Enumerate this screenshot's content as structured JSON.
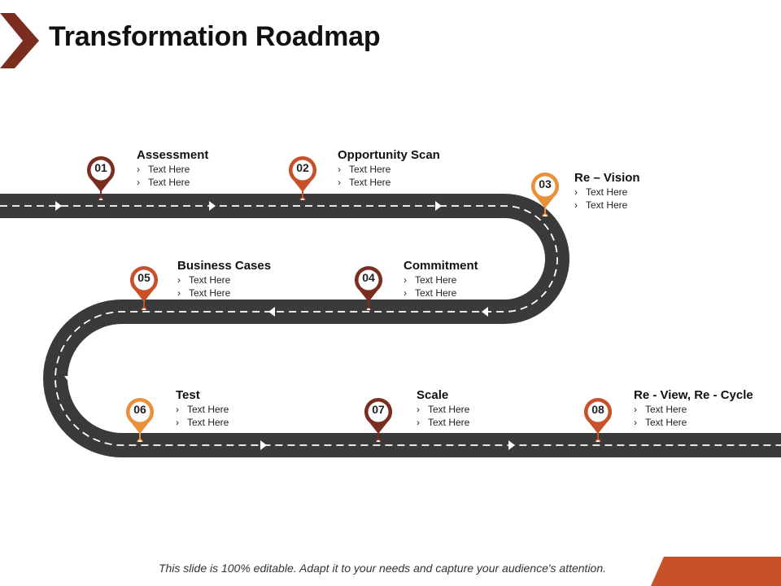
{
  "title": "Transformation Roadmap",
  "steps": [
    {
      "num": "01",
      "title": "Assessment",
      "bullets": [
        "Text Here",
        "Text Here"
      ]
    },
    {
      "num": "02",
      "title": "Opportunity Scan",
      "bullets": [
        "Text Here",
        "Text Here"
      ]
    },
    {
      "num": "03",
      "title": "Re – Vision",
      "bullets": [
        "Text Here",
        "Text Here"
      ]
    },
    {
      "num": "04",
      "title": "Commitment",
      "bullets": [
        "Text Here",
        "Text Here"
      ]
    },
    {
      "num": "05",
      "title": "Business Cases",
      "bullets": [
        "Text Here",
        "Text Here"
      ]
    },
    {
      "num": "06",
      "title": "Test",
      "bullets": [
        "Text Here",
        "Text Here"
      ]
    },
    {
      "num": "07",
      "title": "Scale",
      "bullets": [
        "Text Here",
        "Text Here"
      ]
    },
    {
      "num": "08",
      "title": "Re - View, Re - Cycle",
      "bullets": [
        "Text Here",
        "Text Here"
      ]
    }
  ],
  "bullet_marker": "›",
  "footer": "This slide is 100% editable.  Adapt it to your needs and capture your audience's attention.",
  "colors": {
    "road": "#3a3a3a",
    "dark_red": "#7b2e20",
    "orange_red": "#c8512a",
    "orange": "#e8913a",
    "accent_bar": "#c8512a"
  },
  "pin_colors": [
    "dark_red",
    "orange_red",
    "orange",
    "dark_red",
    "orange_red",
    "orange",
    "dark_red",
    "orange_red"
  ],
  "icons": {
    "chevron": "chevron-right-icon",
    "pin": "map-pin-icon"
  }
}
